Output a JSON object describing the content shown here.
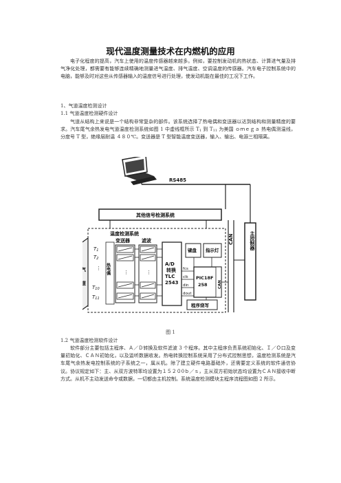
{
  "title": "现代温度测量技术在内燃机的应用",
  "intro": "电子化程度的提高，汽车上使用的温度传感器越来越多。例如，要控制发动机的热状态、计算进气量及排气净化处理，都需要有能够连续精确地测量进气温度、排气温度、空调温度的传感器。汽车电子控制系统中的电脑，能够及时对这些从传感器输入的温度信号进行处理，使发动机能在最佳的工况下工作。",
  "section1": "1、气道温度检测设计",
  "section1_1": "1.1 气道温度检测硬件设计",
  "para1_1a": "气道从结构上来说是一个结构非常复杂的部件。该系统选择了热电偶和变送器以达到结构和测量精度的要求。汽车尾气余热发电气道温度检测系统如图 1 中虚线框所示 T",
  "para1_1_sub1": "1",
  "para1_1_mid": " 到 T",
  "para1_1_sub2": "11",
  "para1_1b": " 为美国 ｏｍｅｇａ 热电偶测温线，分度号 T 型，绝缘层耐温 ４８０℃。变送器是 T 型智能温度变送器，输入、输出、电源三相隔离。",
  "diagram": {
    "rs485": "RS485",
    "other_system": "其他信号检测系统",
    "temp_system": "温度检测系统",
    "can_vertical": "CAN",
    "main_controller": "主控制器",
    "transmitter": "变送器",
    "filter": "滤波",
    "thermocouple": "热电偶",
    "adc": [
      "A/D",
      "转换",
      "TLC",
      "2543"
    ],
    "keyboard": "键盘",
    "indicator": "指示灯",
    "mcu": [
      "PIC18F",
      "258"
    ],
    "can_inner": "CAN",
    "program": "程序烧写",
    "pins": [
      "fcs",
      "clk",
      "din",
      "dout"
    ],
    "airway": [
      "气",
      "道"
    ],
    "t_labels": [
      "T",
      "T",
      "T",
      "T"
    ],
    "t_subs": [
      "1",
      "2",
      "10",
      "11"
    ],
    "dots": "⋮"
  },
  "figure_caption": "图 1",
  "section1_2": "1.2 气道温度检测软件设计",
  "para1_2": "软件部分主要包括主程序、Ａ／Ｄ转换及软件滤波 3 个程序。其中主程序负责系统初始化、Ｉ／Ｏ口及变量初始化、ＣＡＮ初始化，以及监听数据收发。热电转换控制系统采用了分布式控制思想，温度检测系统是汽车尾气余热发电控制系统的子系统之一，属从机。除了建立硬件电路基础外，还需要定义系统的软件通信协议。协议规定如下：主、从双方波特率均设置为１５２０0ｂ／ｓ，主从双方初始状态均设置为ＣＡＮ接收中断方式。从机不主动发送命令或数据，一切都由主机控制。系统温度检测模块主程序流程图如图 2 所示。"
}
